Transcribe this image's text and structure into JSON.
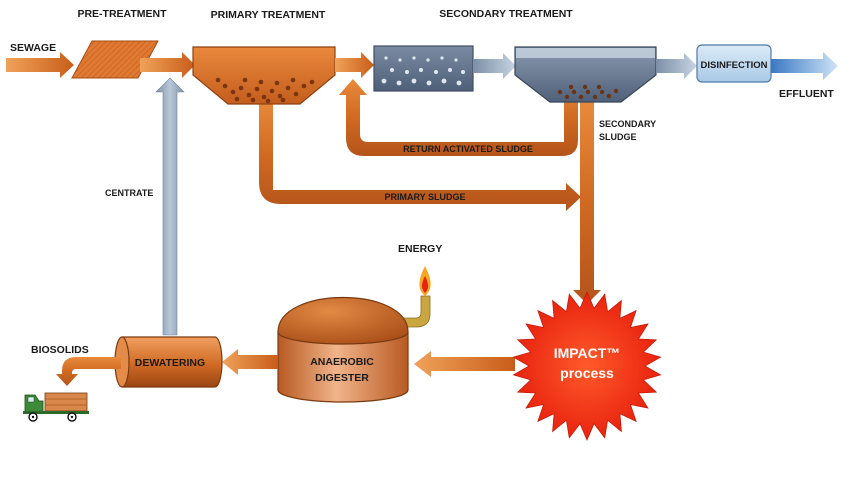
{
  "sections": {
    "pre_treatment": "PRE-TREATMENT",
    "primary_treatment": "PRIMARY TREATMENT",
    "secondary_treatment": "SECONDARY TREATMENT"
  },
  "flows": {
    "sewage": "SEWAGE",
    "effluent": "EFFLUENT",
    "return_activated_sludge": "RETURN ACTIVATED SLUDGE",
    "primary_sludge": "PRIMARY SLUDGE",
    "secondary_sludge_line1": "SECONDARY",
    "secondary_sludge_line2": "SLUDGE",
    "centrate": "CENTRATE",
    "energy": "ENERGY",
    "biosolids": "BIOSOLIDS"
  },
  "units": {
    "disinfection": "DISINFECTION",
    "dewatering": "DEWATERING",
    "digester_line1": "ANAEROBIC",
    "digester_line2": "DIGESTER",
    "impact_line1": "IMPACT™",
    "impact_line2": "process"
  },
  "colors": {
    "orange": "#d9702a",
    "orange_dark": "#a94f17",
    "blue_grey": "#8ea3bd",
    "slate": "#5d6f86",
    "flame": "#f6a623",
    "impact_red": "#f0371a"
  }
}
